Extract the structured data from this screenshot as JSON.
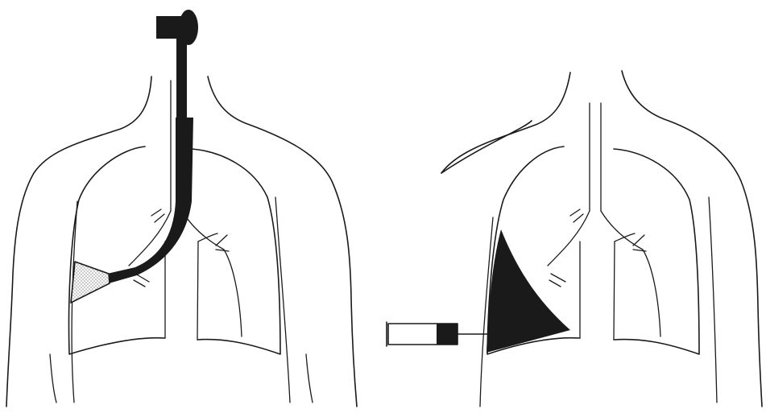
{
  "colors": {
    "background": "#ffffff",
    "ink": "#1a1a1a",
    "stipple": "#8a8a8a"
  },
  "panels": [
    {
      "id": "left",
      "depicts": [
        "torso-outline",
        "lungs",
        "airway",
        "bronchoscope",
        "lung-lesion"
      ]
    },
    {
      "id": "right",
      "depicts": [
        "torso-outline",
        "lungs",
        "airway",
        "pleural-effusion",
        "syringe"
      ]
    }
  ]
}
